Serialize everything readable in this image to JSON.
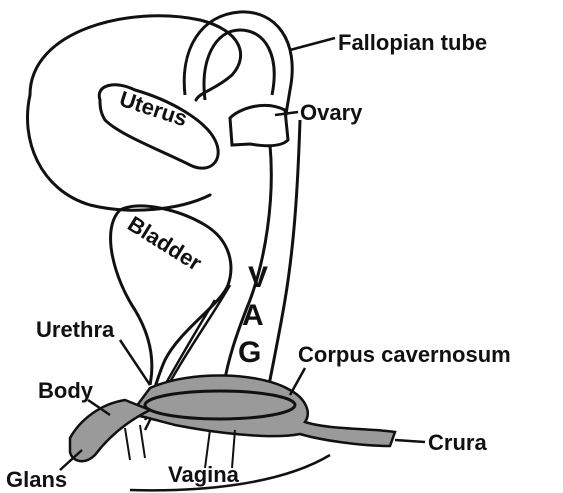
{
  "diagram": {
    "labels": {
      "fallopian_tube": "Fallopian tube",
      "ovary": "Ovary",
      "uterus": "Uterus",
      "bladder": "Bladder",
      "vag_v": "V",
      "vag_a": "A",
      "vag_g": "G",
      "urethra": "Urethra",
      "corpus_cavernosum": "Corpus cavernosum",
      "body": "Body",
      "crura": "Crura",
      "glans": "Glans",
      "vagina": "Vagina"
    },
    "colors": {
      "ink": "#111111",
      "tissue_fill": "#9a9a9a",
      "background": "#ffffff"
    }
  }
}
